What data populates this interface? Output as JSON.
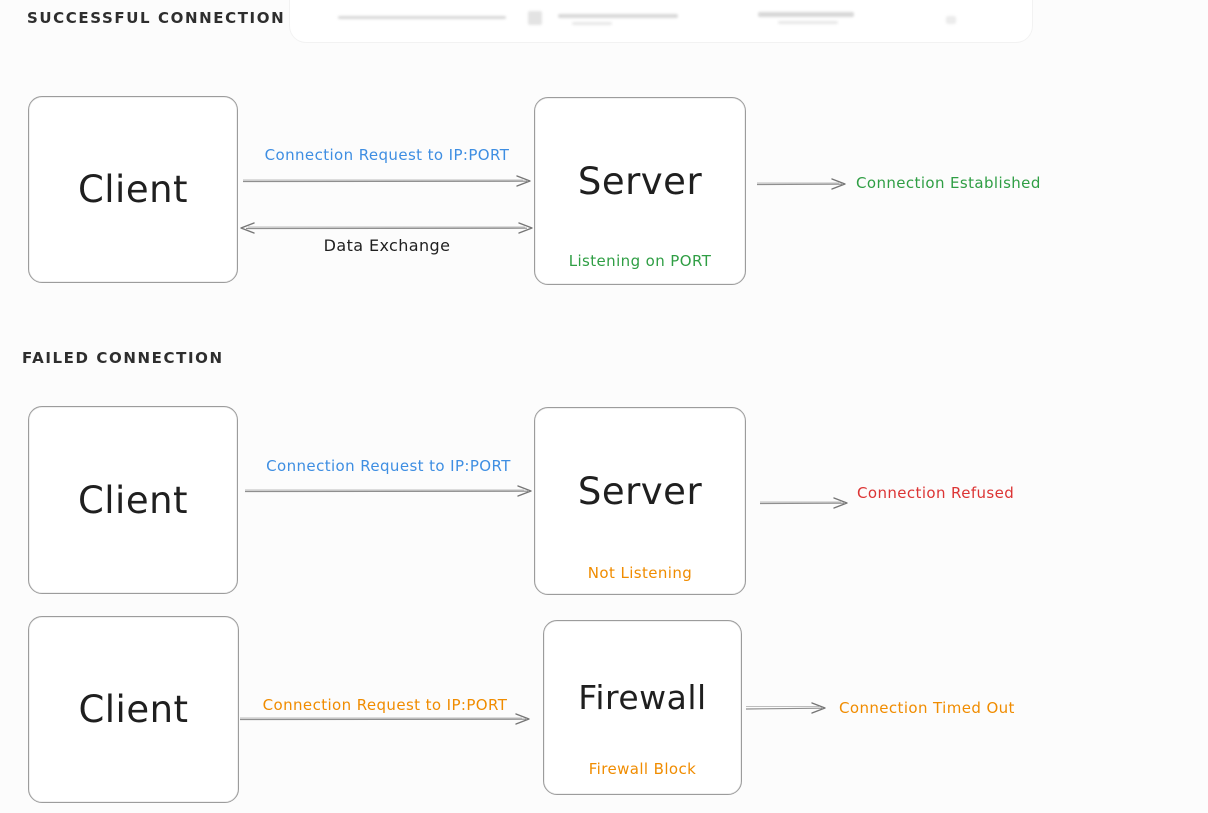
{
  "colors": {
    "ink": "#1f1f1f",
    "border": "#9c9c9c",
    "arrow": "#8f8f8f",
    "blue": "#3e8ee2",
    "green": "#2f9e44",
    "orange": "#f08c00",
    "red": "#dc3434"
  },
  "sections": {
    "success": {
      "title": "SUCCESSFUL CONNECTION",
      "client_label": "Client",
      "server_label": "Server",
      "server_status": "Listening on PORT",
      "request_label": "Connection Request to IP:PORT",
      "exchange_label": "Data Exchange",
      "result_label": "Connection Established"
    },
    "failed": {
      "title": "FAILED CONNECTION",
      "refused": {
        "client_label": "Client",
        "server_label": "Server",
        "server_status": "Not Listening",
        "request_label": "Connection Request to IP:PORT",
        "result_label": "Connection Refused"
      },
      "timeout": {
        "client_label": "Client",
        "firewall_label": "Firewall",
        "firewall_status": "Firewall Block",
        "request_label": "Connection Request to IP:PORT",
        "result_label": "Connection Timed Out"
      }
    }
  }
}
